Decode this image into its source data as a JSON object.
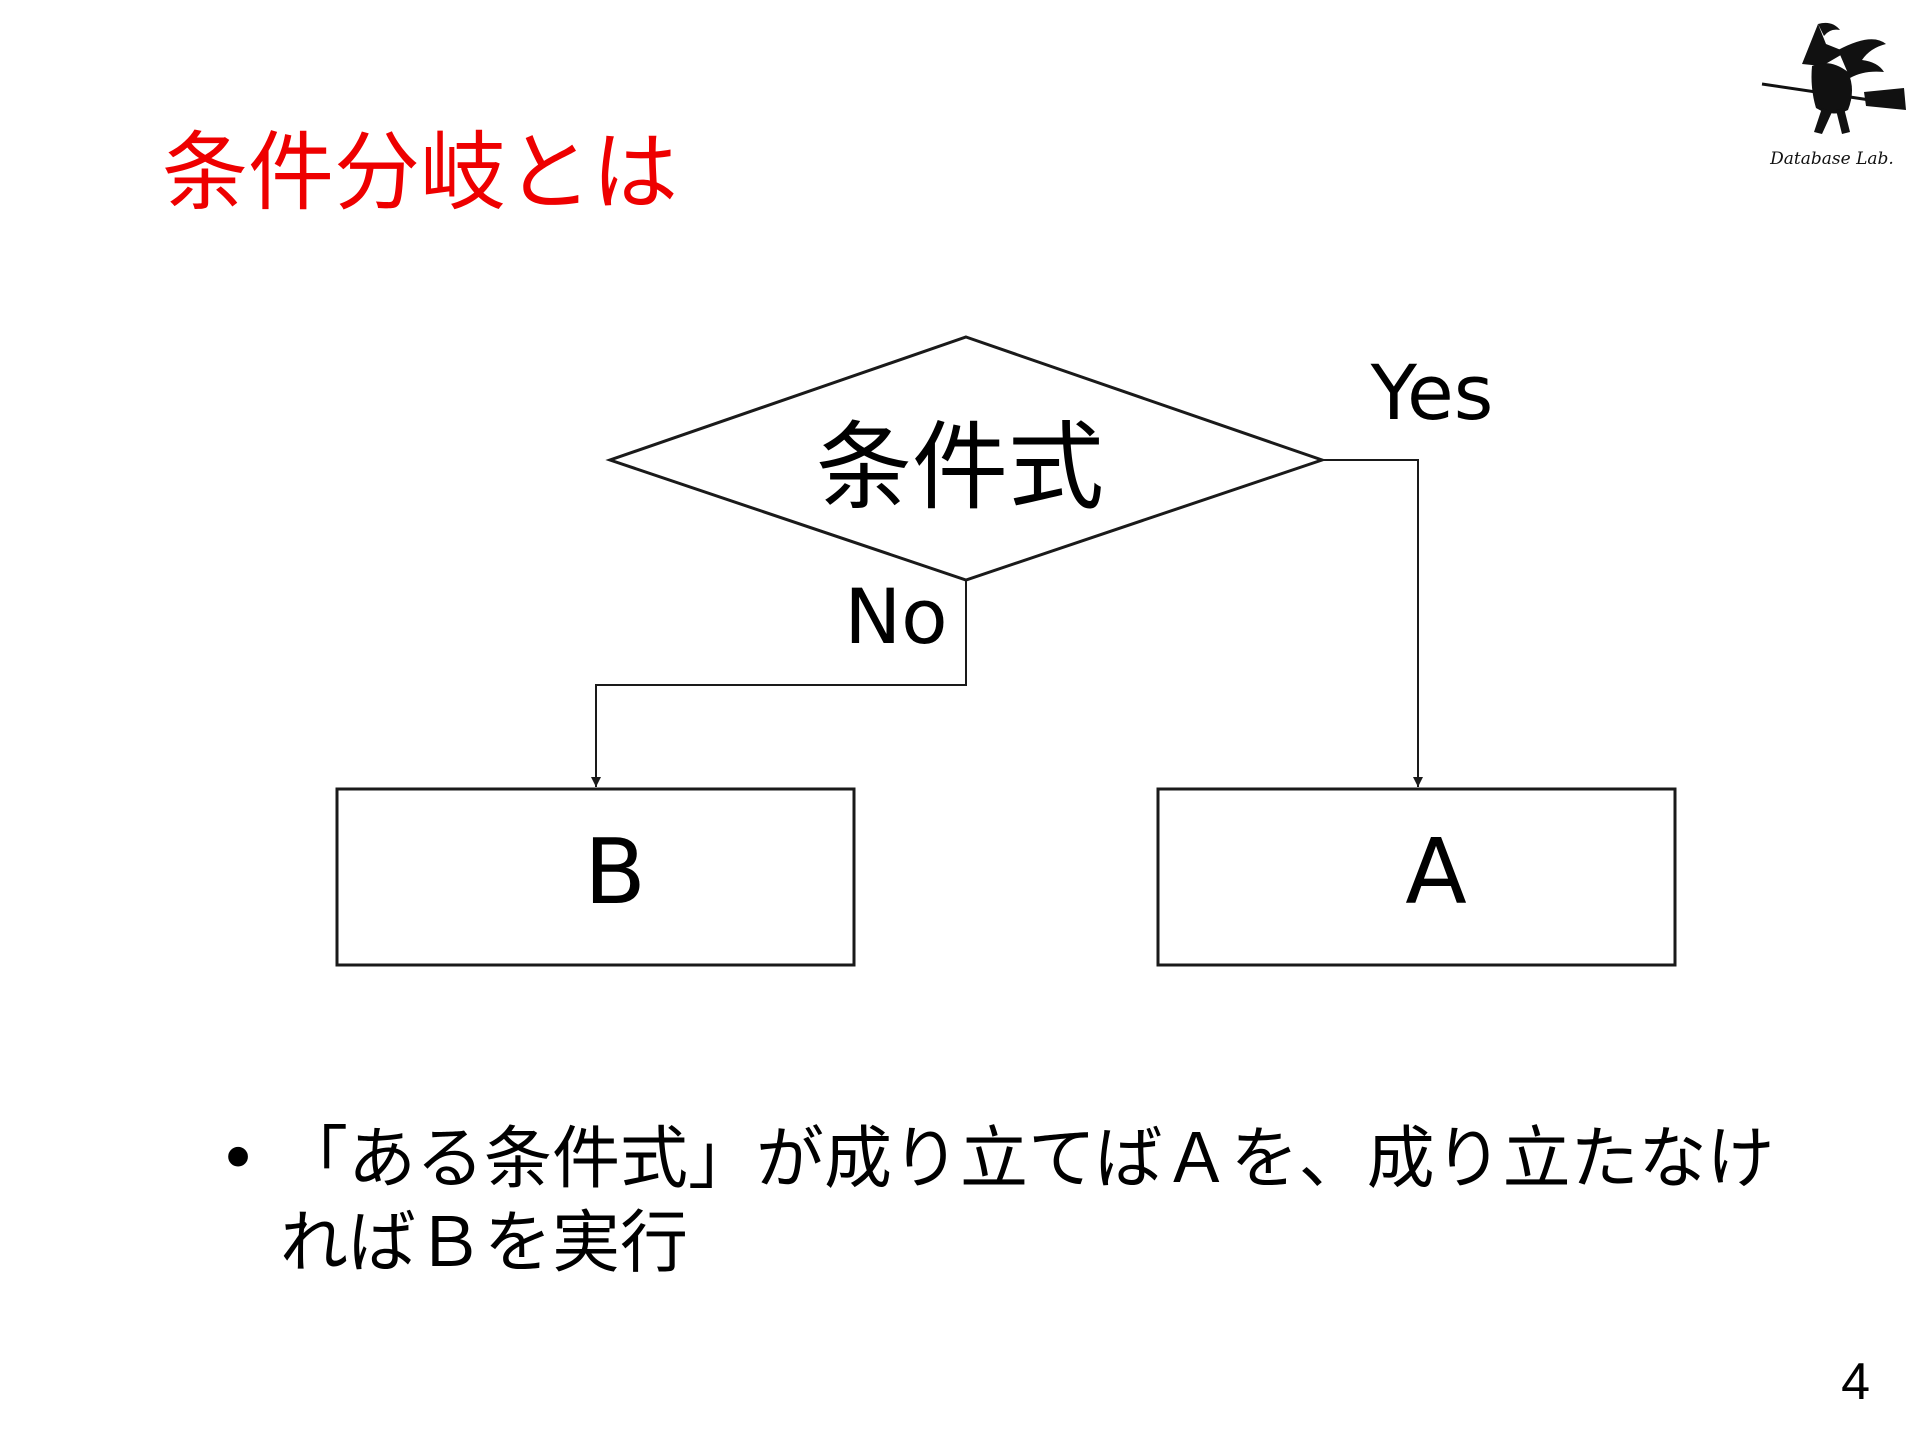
{
  "slide": {
    "title": "条件分岐とは",
    "page_number": "4"
  },
  "flowchart": {
    "decision_label": "条件式",
    "yes_label": "Yes",
    "no_label": "No",
    "box_b_label": "B",
    "box_a_label": "A"
  },
  "bullet": {
    "marker": "•",
    "text": "「ある条件式」が成り立てばＡを、成り立たなければＢを実行"
  },
  "logo": {
    "text": "Database Lab.",
    "icon": "witch-on-broom-icon"
  },
  "colors": {
    "title": "#ee0000",
    "lines": "#1a1a1a",
    "text": "#000000"
  }
}
